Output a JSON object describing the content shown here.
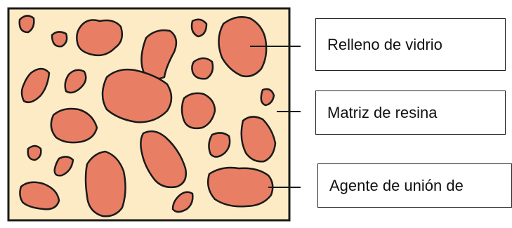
{
  "diagram": {
    "colors": {
      "matrix": "#FCEBC4",
      "filler": "#E87F64",
      "outline": "#1a1a1a"
    },
    "labels": {
      "glass_filler": "Relleno de vidrio",
      "resin_matrix": "Matriz de resina",
      "coupling_agent": "Agente de unión de"
    }
  }
}
